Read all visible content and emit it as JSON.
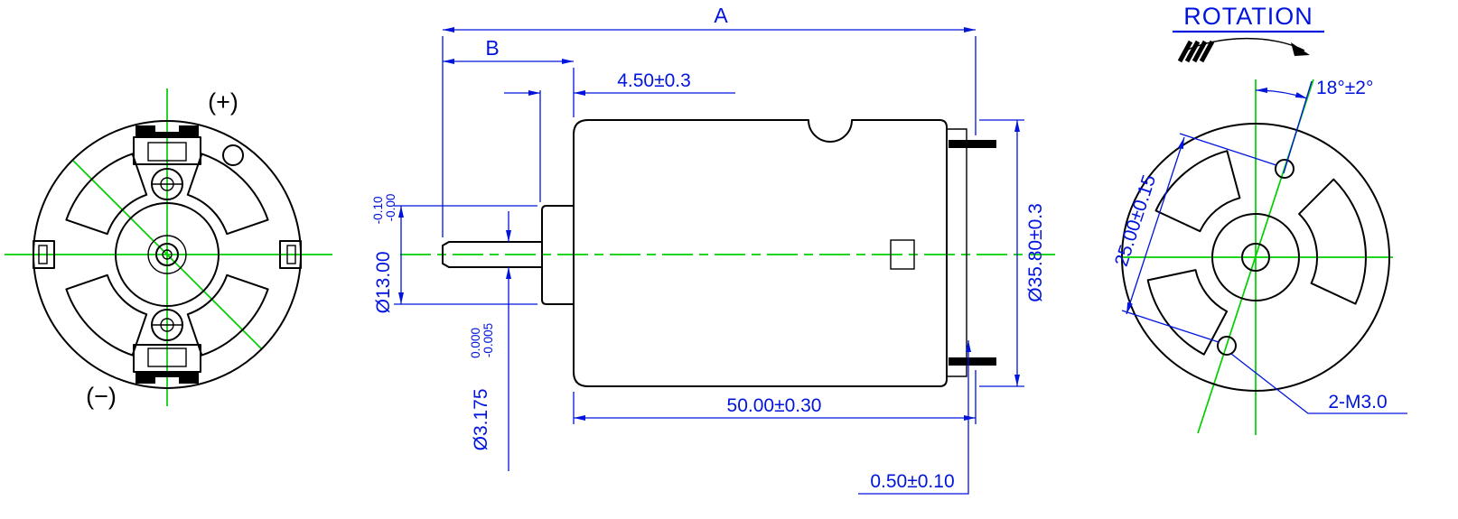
{
  "colors": {
    "dimension_blue": "#0014dd",
    "geometry_black": "#000000",
    "centerline_green": "#00cf00"
  },
  "rear_view": {
    "positive_terminal": "(+)",
    "negative_terminal": "(−)"
  },
  "side_view": {
    "dim_a_label": "A",
    "dim_b_label": "B",
    "boss_length": "4.50±0.3",
    "boss_diameter": {
      "main": "Ø13.00",
      "tol_upper": "-0.10",
      "tol_lower": "-0.00"
    },
    "shaft_diameter": {
      "main": "Ø3.175",
      "tol_upper": "0.000",
      "tol_lower": "-0.005"
    },
    "body_diameter": "Ø35.80±0.3",
    "body_length": "50.00±0.30",
    "end_clearance": "0.50±0.10"
  },
  "front_view": {
    "rotation_label": "ROTATION",
    "hole_angle": "18°±2°",
    "hole_spacing": "25.00±0.15",
    "hole_spec": "2-M3.0"
  }
}
